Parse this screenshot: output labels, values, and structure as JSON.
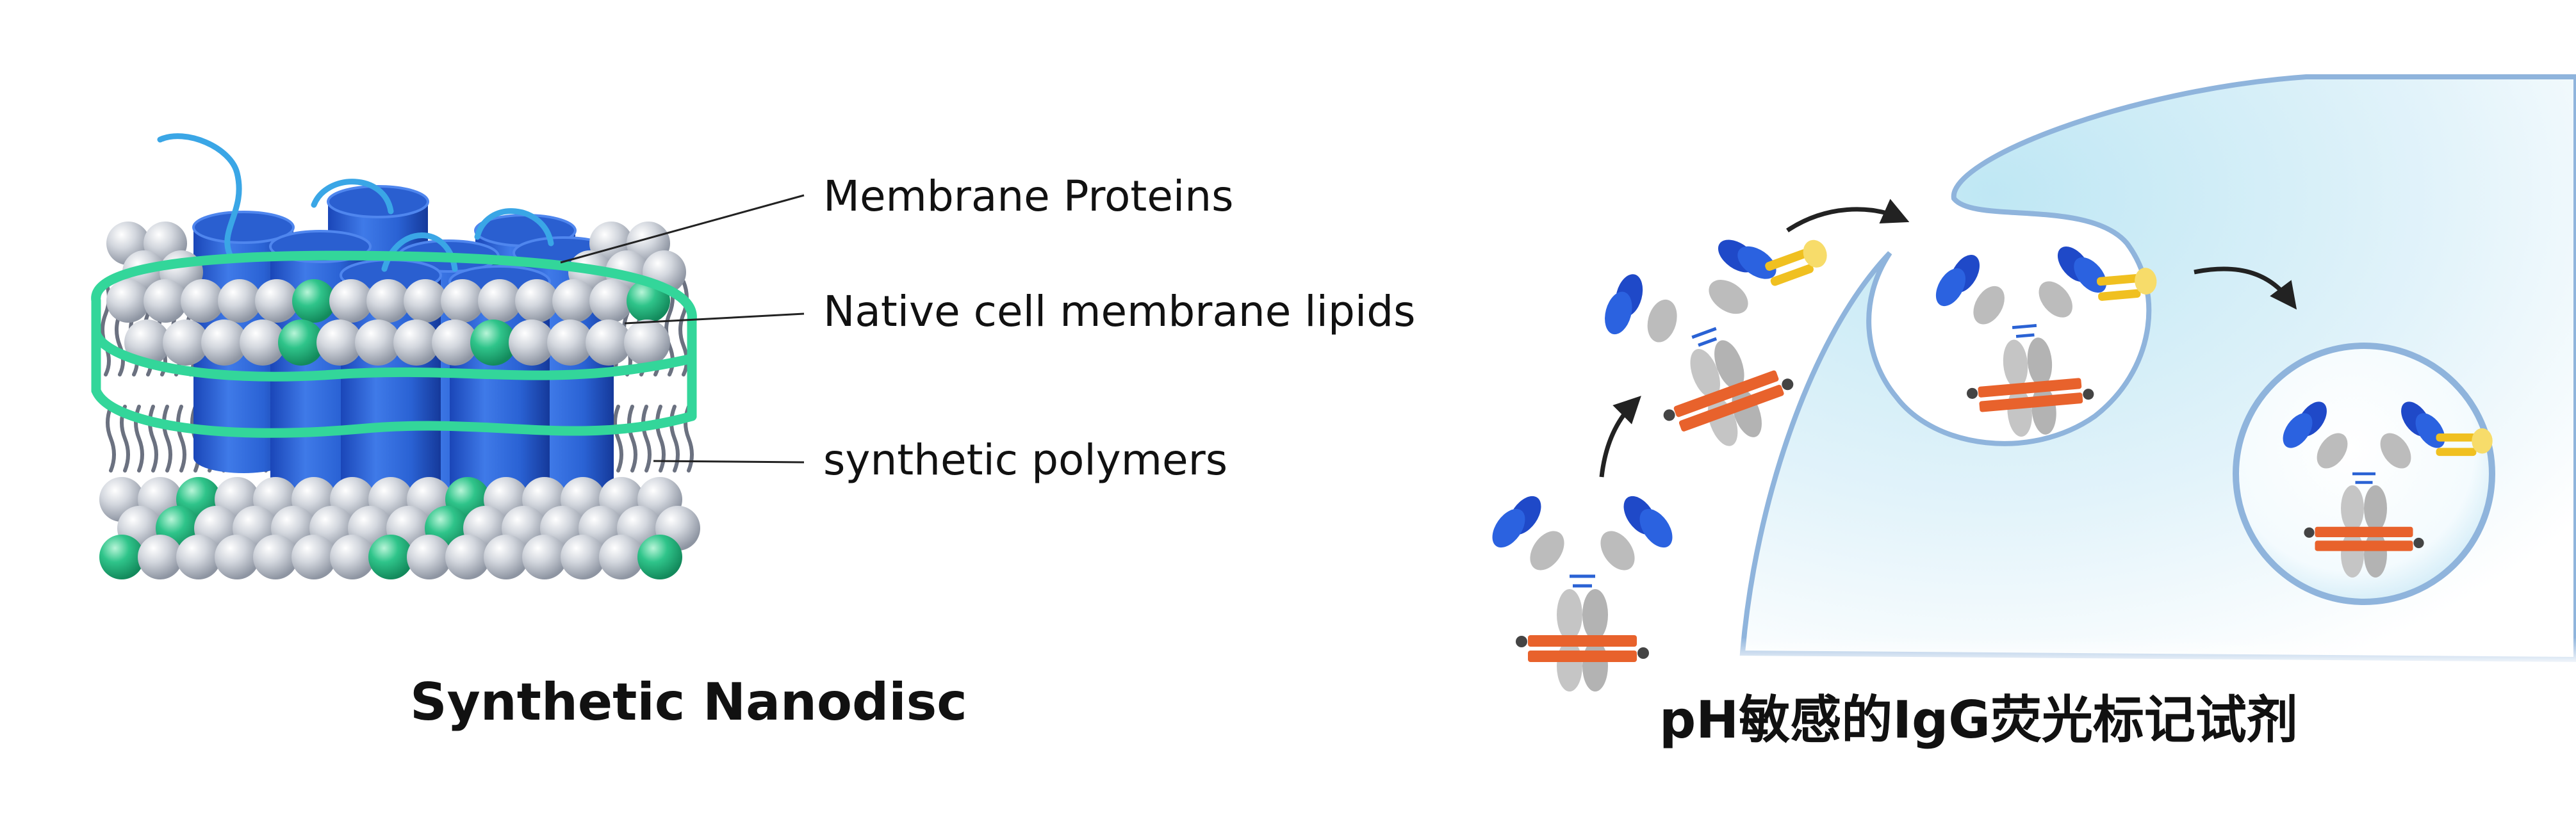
{
  "left_panel": {
    "labels": {
      "membrane_proteins": "Membrane Proteins",
      "native_lipids": "Native cell membrane lipids",
      "synthetic_polymers": "synthetic polymers"
    },
    "caption": "Synthetic Nanodisc"
  },
  "right_panel": {
    "caption": "pH敏感的IgG荧光标记试剂"
  },
  "colors": {
    "protein_blue": "#2a62d4",
    "lipid_gray": "#c3c9d3",
    "accent_green": "#2fc48a",
    "polymer_green": "#33d69a",
    "cell_blue": "#cdeaf5",
    "cell_outline": "#7fa8d8",
    "fab_blue": "#1f49c8",
    "antibody_gray": "#bcbcbc",
    "dye_orange": "#e8622c",
    "receptor_gold": "#f0c020"
  }
}
